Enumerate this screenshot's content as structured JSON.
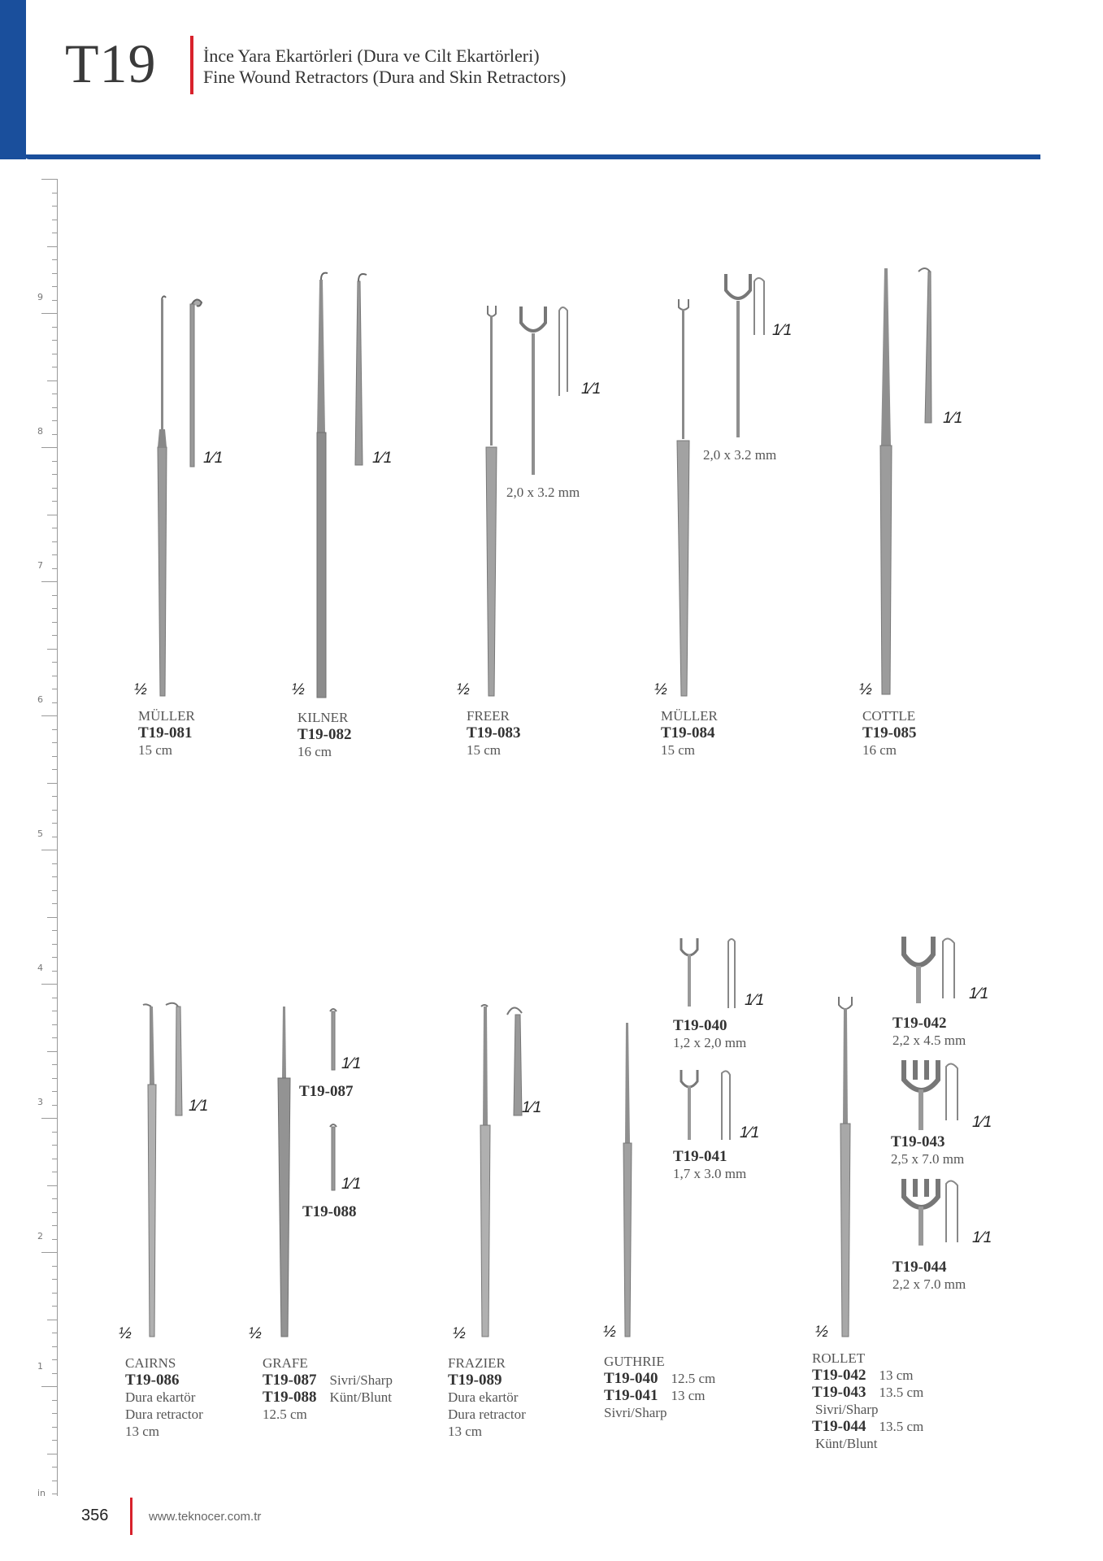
{
  "header": {
    "section_code": "T19",
    "title_tr": "İnce Yara Ekartörleri (Dura ve Cilt  Ekartörleri)",
    "title_en": "Fine Wound Retractors (Dura and Skin Retractors)"
  },
  "ruler": {
    "labels": [
      "9",
      "8",
      "7",
      "6",
      "5",
      "4",
      "3",
      "2",
      "1",
      "in"
    ]
  },
  "scale": {
    "half": "½",
    "full": "1⁄1"
  },
  "row1": [
    {
      "name": "MÜLLER",
      "code": "T19-081",
      "size": "15 cm"
    },
    {
      "name": "KILNER",
      "code": "T19-082",
      "size": "16 cm"
    },
    {
      "name": "FREER",
      "code": "T19-083",
      "size": "15 cm",
      "detail": "2,0 x 3.2 mm"
    },
    {
      "name": "MÜLLER",
      "code": "T19-084",
      "size": "15 cm",
      "detail": "2,0 x 3.2 mm"
    },
    {
      "name": "COTTLE",
      "code": "T19-085",
      "size": "16 cm"
    }
  ],
  "cairns": {
    "name": "CAIRNS",
    "code": "T19-086",
    "desc_tr": "Dura ekartör",
    "desc_en": "Dura retractor",
    "size": "13  cm"
  },
  "grafe": {
    "name": "GRAFE",
    "code1": "T19-087",
    "type1": "Sivri/Sharp",
    "code2": "T19-088",
    "type2": "Künt/Blunt",
    "size": "12.5 cm",
    "tip1": "T19-087",
    "tip2": "T19-088"
  },
  "frazier": {
    "name": "FRAZIER",
    "code": "T19-089",
    "desc_tr": "Dura ekartör",
    "desc_en": "Dura retractor",
    "size": "13 cm"
  },
  "guthrie": {
    "name": "GUTHRIE",
    "code1": "T19-040",
    "size1": "12.5 cm",
    "code2": "T19-041",
    "size2": "13 cm",
    "type": "Sivri/Sharp",
    "tip1_code": "T19-040",
    "tip1_dim": "1,2 x 2,0 mm",
    "tip2_code": "T19-041",
    "tip2_dim": "1,7 x 3.0 mm"
  },
  "rollet": {
    "name": "ROLLET",
    "code1": "T19-042",
    "size1": "13 cm",
    "code2": "T19-043",
    "size2": "13.5 cm",
    "type1": "Sivri/Sharp",
    "code3": "T19-044",
    "size3": "13.5 cm",
    "type3": "Künt/Blunt",
    "tip1_code": "T19-042",
    "tip1_dim": "2,2 x 4.5 mm",
    "tip2_code": "T19-043",
    "tip2_dim": "2,5 x 7.0 mm",
    "tip3_code": "T19-044",
    "tip3_dim": "2,2 x 7.0 mm"
  },
  "footer": {
    "page": "356",
    "url": "www.teknocer.com.tr"
  }
}
